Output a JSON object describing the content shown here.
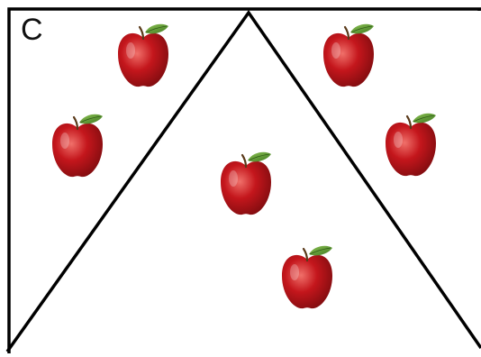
{
  "panel": {
    "label": "C"
  },
  "colors": {
    "frame": "#000000",
    "apple_red": "#c4161c",
    "apple_dark": "#7e0c0f",
    "apple_highlight": "#f0706a",
    "leaf": "#4f8f2c",
    "stem": "#5a3a1a"
  },
  "apples": {
    "left_region_count": 2,
    "right_region_count": 2,
    "triangle_region_count": 2,
    "icon": "apple-icon"
  }
}
